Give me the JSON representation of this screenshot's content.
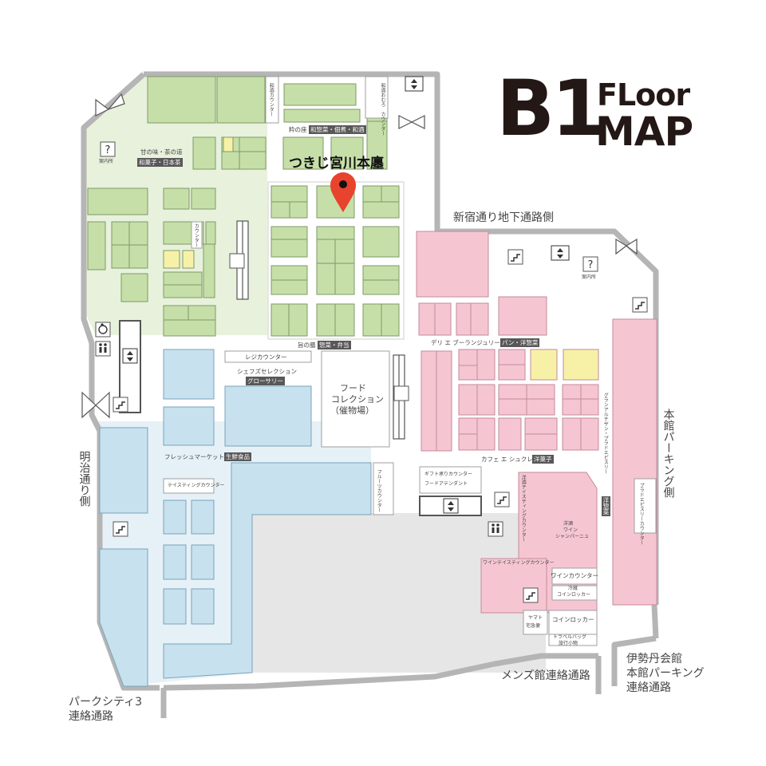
{
  "title": {
    "b1": "B1",
    "floor": "FLoor",
    "map": "MAP"
  },
  "pin": {
    "label": "つきじ宮川本廛",
    "icon": "map-pin-icon"
  },
  "directions": {
    "shinjuku": "新宿通り地下通路側",
    "meiji": "明治通り側",
    "honkan_parking": "本館パーキング側",
    "park_city_1": "パークシティ3",
    "park_city_2": "連絡通路",
    "mens": "メンズ館連絡通路",
    "isetan_1": "伊勢丹会館",
    "isetan_2": "本館パーキング",
    "isetan_3": "連絡通路"
  },
  "areas": {
    "wasake": "和酒カウンター",
    "wasake_omuro": "和酒おむろ　カウンター",
    "inoza": "粋の座",
    "inoza_tag": "和惣菜・佃煮・和酒",
    "amami": "甘の味・茶の道",
    "amami_tag": "和菓子・日本茶",
    "annai_left": "案内所",
    "annai_right": "案内所",
    "counter_v": "カウンター",
    "umami": "旨の膳",
    "umami_tag": "惣菜・弁当",
    "reji": "レジカウンター",
    "chefs": "シェフズセレクション",
    "grocery_tag": "グローサリー",
    "food_coll_1": "フード",
    "food_coll_2": "コレクション",
    "food_coll_3": "（催物場）",
    "deli": "デリ エ ブーランジュリー",
    "deli_tag": "パン・洋惣菜",
    "fresh": "フレッシュマーケット",
    "fresh_tag": "生鮮食品",
    "tasting": "テイスティングカウンター",
    "fruits": "フルーツカウンター",
    "gift_1": "ギフト承りカウンター",
    "gift_2": "フードアテンダント",
    "cafe": "カフェ エ シュクレ",
    "cafe_tag": "洋菓子",
    "grande": "グランアルチザン・プラドエピスリー",
    "grande_tag": "洋惣菜",
    "prado_counter": "プラドエピスリーカウンター",
    "yoshu_1": "洋酒",
    "yoshu_2": "ワイン",
    "yoshu_3": "シャンパーニュ",
    "yoshu_tasting": "洋酒テイスティングカウンター",
    "wine_tasting": "ワインテイスティングカウンター",
    "wine_counter": "ワインカウンター",
    "coin_locker_1": "冷蔵",
    "coin_locker_2": "コインロッカー",
    "coin_locker": "コインロッカー",
    "yamato_1": "ヤマト",
    "yamato_2": "宅急便",
    "travel_1": "トラベルバッグ",
    "travel_2": "旅行小物"
  },
  "icons": [
    "elevator-icon",
    "escalator-icon",
    "stairs-icon",
    "restroom-icon",
    "accessible-icon",
    "info-icon",
    "map-pin-icon"
  ],
  "colors": {
    "japanese_zone": "#c6dfa8",
    "japanese_zone_bg": "#e8f1dc",
    "fresh_zone": "#c7e1ef",
    "fresh_zone_bg": "#e6f1f7",
    "western_zone": "#f5c6d2",
    "yellow_shop": "#f7f1a7",
    "common": "#e6e6e6",
    "pin": "#e8432c"
  }
}
